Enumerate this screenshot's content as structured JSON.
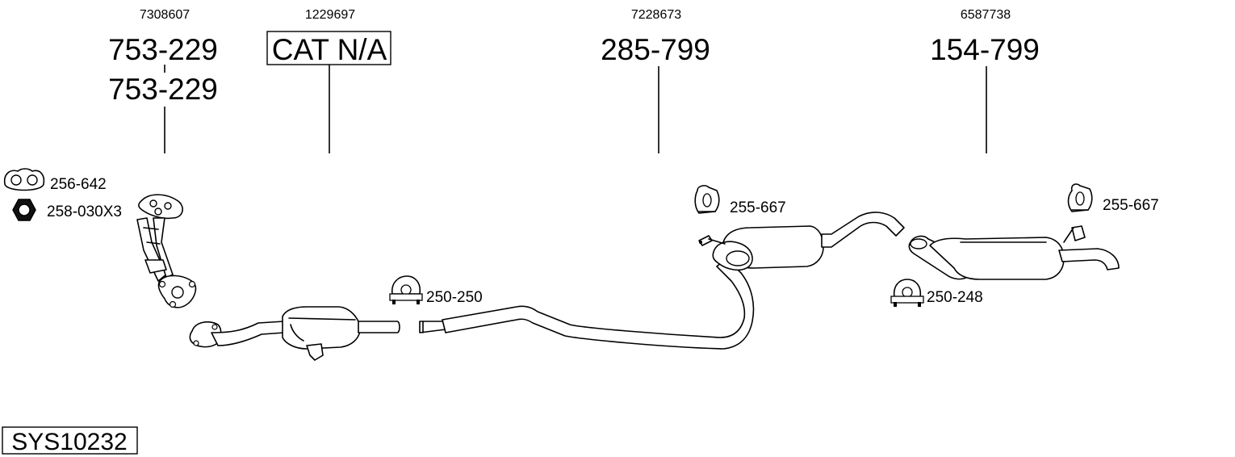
{
  "diagram": {
    "components": [
      {
        "oe_number": "7308607",
        "part_numbers": [
          "753-229",
          "753-229"
        ]
      },
      {
        "oe_number": "1229697",
        "part_number": "CAT N/A"
      },
      {
        "oe_number": "7228673",
        "part_number": "285-799"
      },
      {
        "oe_number": "6587738",
        "part_number": "154-799"
      }
    ],
    "fittings": {
      "gasket": "256-642",
      "nut": "258-030X3",
      "clamp_front": "250-250",
      "hanger_middle": "255-667",
      "clamp_rear": "250-248",
      "hanger_rear": "255-667"
    },
    "system_id": "SYS10232"
  }
}
